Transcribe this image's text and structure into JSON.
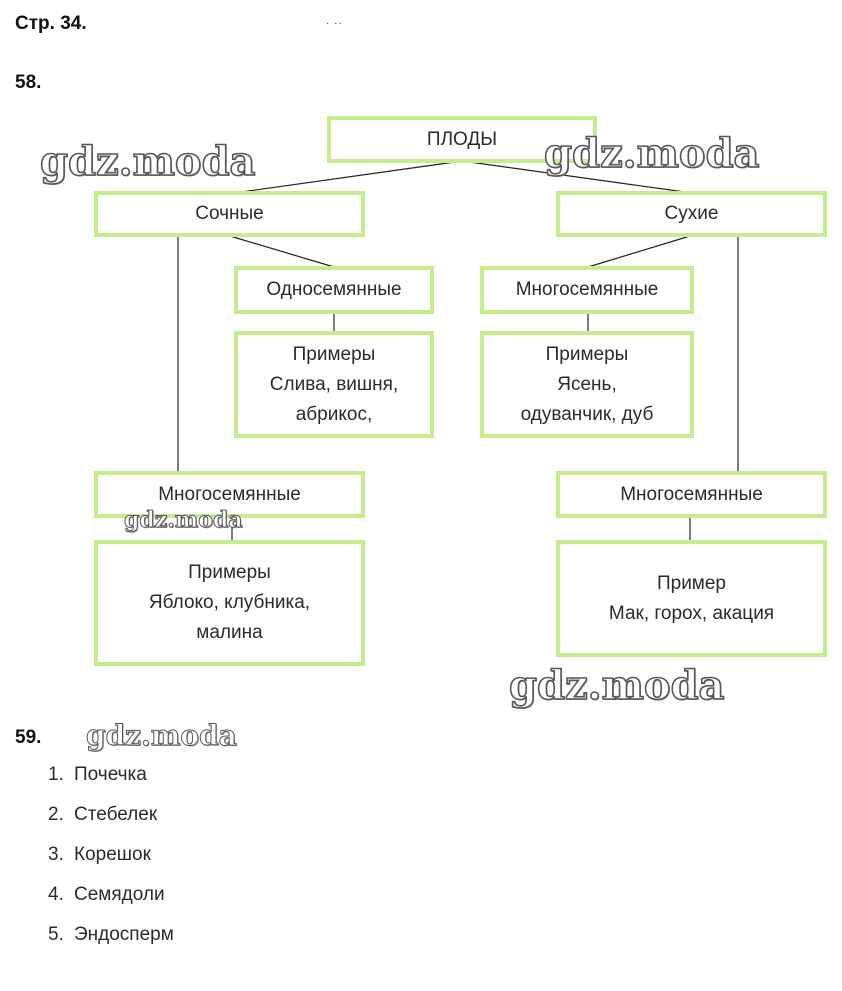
{
  "header": {
    "page_label": "Стр. 34.",
    "marks": "· ··"
  },
  "task58": {
    "number": "58.",
    "root": "ПЛОДЫ",
    "juicy": {
      "label": "Сочные",
      "single_seeded": {
        "label": "Односемянные",
        "examples": [
          "Примеры",
          "Слива, вишня,",
          "абрикос,"
        ]
      },
      "multi_seeded": {
        "label": "Многосемянные",
        "examples": [
          "Примеры",
          "Яблоко, клубника,",
          "малина"
        ]
      }
    },
    "dry": {
      "label": "Сухие",
      "multi_seeded_a": {
        "label": "Многосемянные",
        "examples": [
          "Примеры",
          "Ясень,",
          "одуванчик, дуб"
        ]
      },
      "multi_seeded_b": {
        "label": "Многосемянные",
        "examples": [
          "Пример",
          "Мак, горох, акация"
        ]
      }
    }
  },
  "task59": {
    "number": "59.",
    "items": [
      {
        "num": "1.",
        "text": "Почечка"
      },
      {
        "num": "2.",
        "text": "Стебелек"
      },
      {
        "num": "3.",
        "text": "Корешок"
      },
      {
        "num": "4.",
        "text": "Семядоли"
      },
      {
        "num": "5.",
        "text": "Эндосперм"
      }
    ]
  },
  "watermark": {
    "text": "gdz.moda"
  },
  "colors": {
    "box_border": "#c3ee8a",
    "line": "#222222",
    "text": "#2b2b2b"
  }
}
